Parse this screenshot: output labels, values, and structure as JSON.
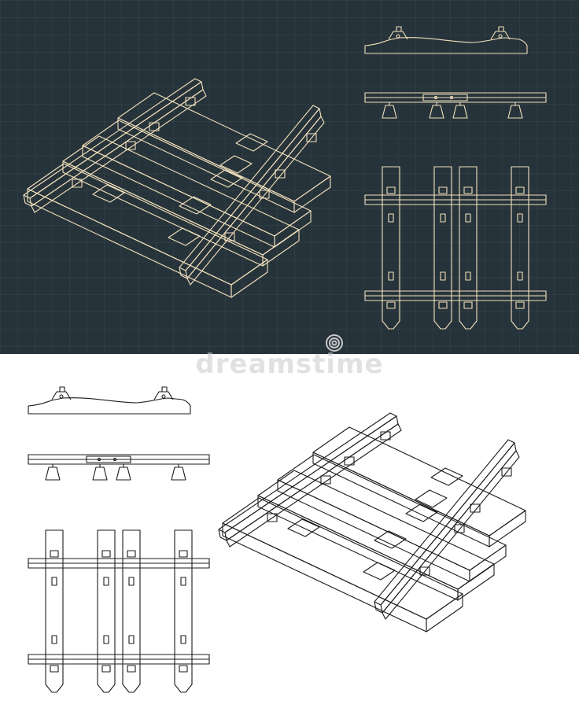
{
  "colors": {
    "panel_background": "#27333a",
    "panel_grid": "#3b4950",
    "blueprint_line": "#f2e2bd",
    "paper_background": "#ffffff",
    "paper_line": "#1c1c1c",
    "watermark": "#c8c8c8"
  },
  "panels": [
    {
      "name": "blueprint-panel",
      "style": "light lines on dark grid",
      "views": [
        "isometric",
        "side",
        "front",
        "top"
      ]
    },
    {
      "name": "paper-panel",
      "style": "dark lines on white",
      "views": [
        "side",
        "front",
        "top",
        "isometric"
      ]
    }
  ],
  "watermark": {
    "text": "dreamstime",
    "icon": "dreamstime-swirl-icon"
  }
}
